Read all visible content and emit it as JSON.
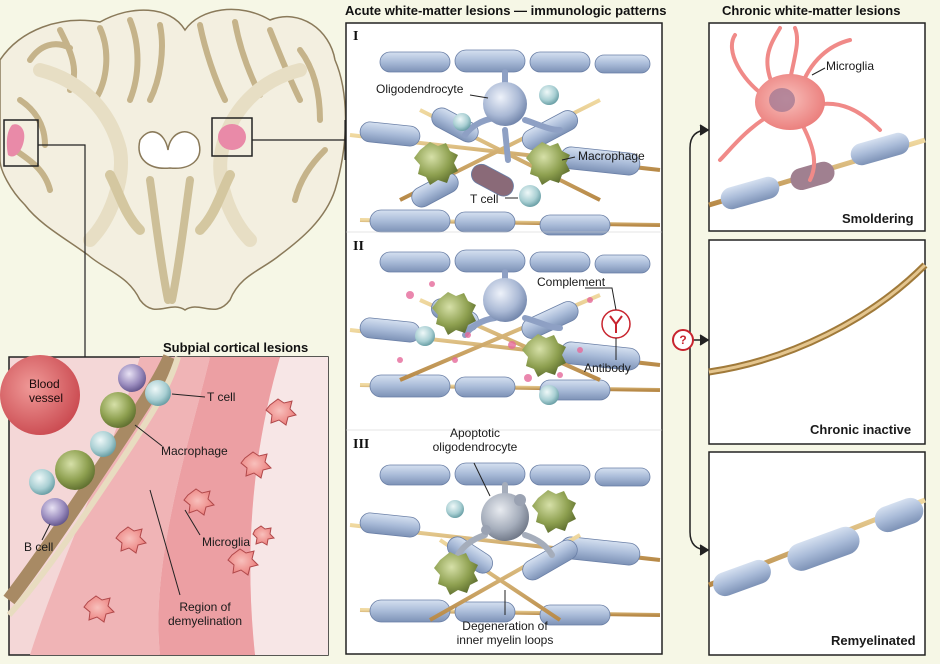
{
  "headers": {
    "acute": "Acute white-matter lesions — immunologic patterns",
    "chronic": "Chronic white-matter lesions",
    "subpial": "Subpial cortical lesions"
  },
  "patterns": {
    "i": "I",
    "ii": "II",
    "iii": "III"
  },
  "pattern_i_labels": {
    "oligodendrocyte": "Oligodendrocyte",
    "macrophage": "Macrophage",
    "t_cell": "T cell"
  },
  "pattern_ii_labels": {
    "complement": "Complement",
    "antibody": "Antibody"
  },
  "pattern_iii_labels": {
    "apoptotic_1": "Apoptotic",
    "apoptotic_2": "oligodendrocyte",
    "degeneration_1": "Degeneration of",
    "degeneration_2": "inner myelin loops"
  },
  "subpial_labels": {
    "blood_1": "Blood",
    "blood_2": "vessel",
    "t_cell": "T cell",
    "macrophage": "Macrophage",
    "b_cell": "B cell",
    "microglia": "Microglia",
    "region_1": "Region of",
    "region_2": "demyelination"
  },
  "chronic_labels": {
    "microglia": "Microglia",
    "smoldering": "Smoldering",
    "chronic_inactive": "Chronic inactive",
    "remyelinated": "Remyelinated"
  },
  "question_mark": "?",
  "colors": {
    "background": "#f6f7e6",
    "myelin": "#aabbd6",
    "axon": "#d8b878",
    "macrophage": "#8ea050",
    "t_cell": "#b9d6d8",
    "b_cell": "#9a8cbe",
    "vessel": "#d9666a",
    "cortex": "#f2c6c6",
    "lesion": "#e98aa8",
    "microglia_pink": "#f08a88",
    "accent_red": "#c8242e"
  }
}
